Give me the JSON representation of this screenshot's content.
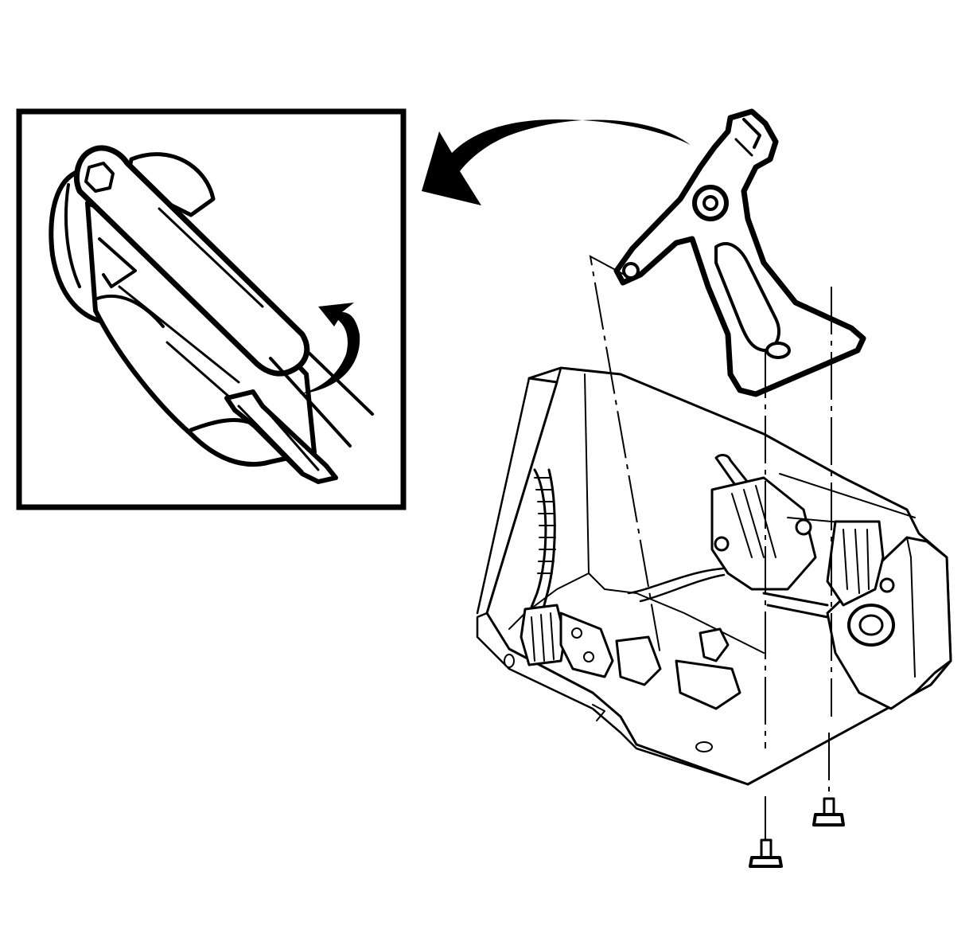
{
  "diagram": {
    "kind": "exploded-assembly-illustration",
    "colors": {
      "ink": "#000000",
      "paper": "#ffffff"
    },
    "parts": {
      "detail_inset": "inset-view",
      "rotation_arrow": "curved-arrow-left",
      "bracket": "mounting-bracket",
      "housing": "base-housing-assembly",
      "fasteners": [
        "bolt",
        "bolt"
      ]
    }
  }
}
